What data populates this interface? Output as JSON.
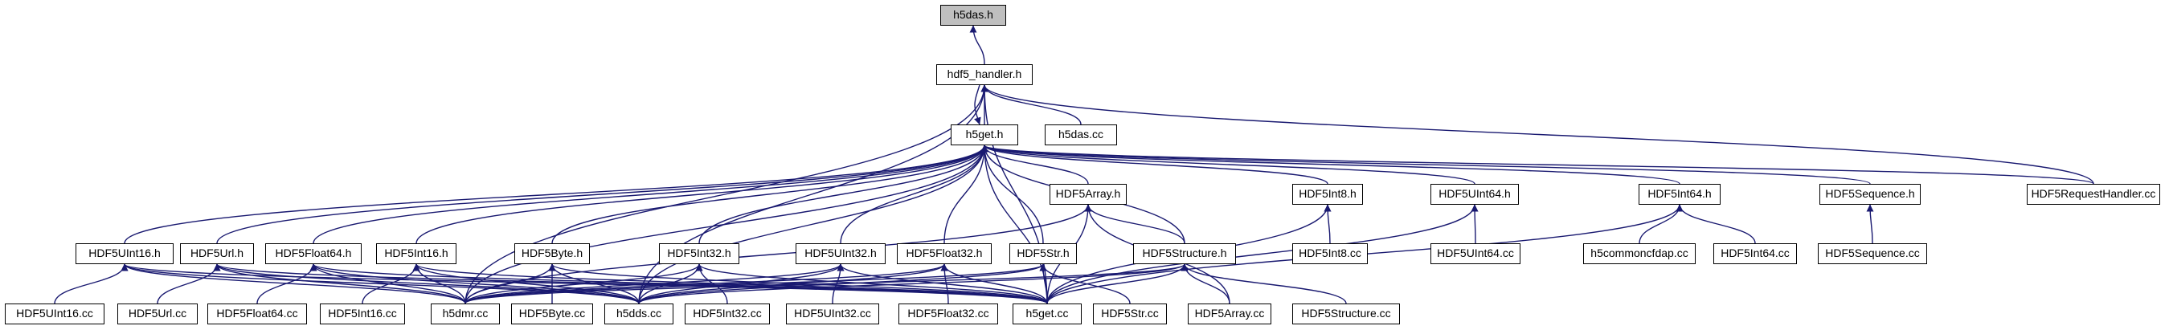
{
  "graph": {
    "edge_color": "#191970",
    "root_fill": "#bfbfbf",
    "nodes": [
      {
        "id": "h5das_h",
        "label": "h5das.h",
        "root": true
      },
      {
        "id": "hdf5_handler_h",
        "label": "hdf5_handler.h"
      },
      {
        "id": "h5das_cc",
        "label": "h5das.cc"
      },
      {
        "id": "h5get_h",
        "label": "h5get.h"
      },
      {
        "id": "HDF5RequestHandler_cc",
        "label": "HDF5RequestHandler.cc"
      },
      {
        "id": "HDF5Array_h",
        "label": "HDF5Array.h"
      },
      {
        "id": "HDF5Int8_h",
        "label": "HDF5Int8.h"
      },
      {
        "id": "HDF5UInt64_h",
        "label": "HDF5UInt64.h"
      },
      {
        "id": "HDF5Int64_h",
        "label": "HDF5Int64.h"
      },
      {
        "id": "HDF5Sequence_h",
        "label": "HDF5Sequence.h"
      },
      {
        "id": "HDF5Int8_cc",
        "label": "HDF5Int8.cc"
      },
      {
        "id": "HDF5UInt64_cc",
        "label": "HDF5UInt64.cc"
      },
      {
        "id": "h5commoncfdap_cc",
        "label": "h5commoncfdap.cc"
      },
      {
        "id": "HDF5Int64_cc",
        "label": "HDF5Int64.cc"
      },
      {
        "id": "HDF5Sequence_cc",
        "label": "HDF5Sequence.cc"
      },
      {
        "id": "HDF5UInt16_h",
        "label": "HDF5UInt16.h"
      },
      {
        "id": "HDF5Url_h",
        "label": "HDF5Url.h"
      },
      {
        "id": "HDF5Float64_h",
        "label": "HDF5Float64.h"
      },
      {
        "id": "HDF5Int16_h",
        "label": "HDF5Int16.h"
      },
      {
        "id": "HDF5Byte_h",
        "label": "HDF5Byte.h"
      },
      {
        "id": "HDF5Int32_h",
        "label": "HDF5Int32.h"
      },
      {
        "id": "HDF5UInt32_h",
        "label": "HDF5UInt32.h"
      },
      {
        "id": "HDF5Float32_h",
        "label": "HDF5Float32.h"
      },
      {
        "id": "HDF5Str_h",
        "label": "HDF5Str.h"
      },
      {
        "id": "HDF5Structure_h",
        "label": "HDF5Structure.h"
      },
      {
        "id": "HDF5UInt16_cc",
        "label": "HDF5UInt16.cc"
      },
      {
        "id": "HDF5Url_cc",
        "label": "HDF5Url.cc"
      },
      {
        "id": "HDF5Float64_cc",
        "label": "HDF5Float64.cc"
      },
      {
        "id": "HDF5Int16_cc",
        "label": "HDF5Int16.cc"
      },
      {
        "id": "h5dmr_cc",
        "label": "h5dmr.cc"
      },
      {
        "id": "HDF5Byte_cc",
        "label": "HDF5Byte.cc"
      },
      {
        "id": "h5dds_cc",
        "label": "h5dds.cc"
      },
      {
        "id": "HDF5Int32_cc",
        "label": "HDF5Int32.cc"
      },
      {
        "id": "HDF5UInt32_cc",
        "label": "HDF5UInt32.cc"
      },
      {
        "id": "HDF5Float32_cc",
        "label": "HDF5Float32.cc"
      },
      {
        "id": "h5get_cc",
        "label": "h5get.cc"
      },
      {
        "id": "HDF5Str_cc",
        "label": "HDF5Str.cc"
      },
      {
        "id": "HDF5Array_cc",
        "label": "HDF5Array.cc"
      },
      {
        "id": "HDF5Structure_cc",
        "label": "HDF5Structure.cc"
      }
    ],
    "edges": [
      [
        "hdf5_handler_h",
        "h5das_h"
      ],
      [
        "h5das_cc",
        "hdf5_handler_h"
      ],
      [
        "h5get_h",
        "hdf5_handler_h"
      ],
      [
        "hdf5_handler_h",
        "h5get_h"
      ],
      [
        "HDF5RequestHandler_cc",
        "hdf5_handler_h"
      ],
      [
        "h5dmr_cc",
        "hdf5_handler_h"
      ],
      [
        "h5dds_cc",
        "hdf5_handler_h"
      ],
      [
        "h5get_cc",
        "hdf5_handler_h"
      ],
      [
        "HDF5RequestHandler_cc",
        "h5get_h"
      ],
      [
        "HDF5Array_h",
        "h5get_h"
      ],
      [
        "HDF5Int8_h",
        "h5get_h"
      ],
      [
        "HDF5UInt64_h",
        "h5get_h"
      ],
      [
        "HDF5Int64_h",
        "h5get_h"
      ],
      [
        "HDF5Sequence_h",
        "h5get_h"
      ],
      [
        "HDF5UInt16_h",
        "h5get_h"
      ],
      [
        "HDF5Url_h",
        "h5get_h"
      ],
      [
        "HDF5Float64_h",
        "h5get_h"
      ],
      [
        "HDF5Int16_h",
        "h5get_h"
      ],
      [
        "HDF5Byte_h",
        "h5get_h"
      ],
      [
        "HDF5Int32_h",
        "h5get_h"
      ],
      [
        "HDF5UInt32_h",
        "h5get_h"
      ],
      [
        "HDF5Float32_h",
        "h5get_h"
      ],
      [
        "HDF5Str_h",
        "h5get_h"
      ],
      [
        "HDF5Structure_h",
        "h5get_h"
      ],
      [
        "h5dmr_cc",
        "h5get_h"
      ],
      [
        "h5dds_cc",
        "h5get_h"
      ],
      [
        "h5get_cc",
        "h5get_h"
      ],
      [
        "HDF5Structure_h",
        "HDF5Array_h"
      ],
      [
        "h5dmr_cc",
        "HDF5Array_h"
      ],
      [
        "h5get_cc",
        "HDF5Array_h"
      ],
      [
        "HDF5Array_cc",
        "HDF5Array_h"
      ],
      [
        "HDF5Int8_cc",
        "HDF5Int8_h"
      ],
      [
        "h5get_cc",
        "HDF5Int8_h"
      ],
      [
        "HDF5UInt64_cc",
        "HDF5UInt64_h"
      ],
      [
        "h5get_cc",
        "HDF5UInt64_h"
      ],
      [
        "h5commoncfdap_cc",
        "HDF5Int64_h"
      ],
      [
        "HDF5Int64_cc",
        "HDF5Int64_h"
      ],
      [
        "h5get_cc",
        "HDF5Int64_h"
      ],
      [
        "HDF5Sequence_cc",
        "HDF5Sequence_h"
      ],
      [
        "HDF5UInt16_cc",
        "HDF5UInt16_h"
      ],
      [
        "h5dmr_cc",
        "HDF5UInt16_h"
      ],
      [
        "h5dds_cc",
        "HDF5UInt16_h"
      ],
      [
        "h5get_cc",
        "HDF5UInt16_h"
      ],
      [
        "HDF5Url_cc",
        "HDF5Url_h"
      ],
      [
        "h5dmr_cc",
        "HDF5Url_h"
      ],
      [
        "h5dds_cc",
        "HDF5Url_h"
      ],
      [
        "h5get_cc",
        "HDF5Url_h"
      ],
      [
        "HDF5Float64_cc",
        "HDF5Float64_h"
      ],
      [
        "h5dmr_cc",
        "HDF5Float64_h"
      ],
      [
        "h5dds_cc",
        "HDF5Float64_h"
      ],
      [
        "h5get_cc",
        "HDF5Float64_h"
      ],
      [
        "HDF5Int16_cc",
        "HDF5Int16_h"
      ],
      [
        "h5dmr_cc",
        "HDF5Int16_h"
      ],
      [
        "h5dds_cc",
        "HDF5Int16_h"
      ],
      [
        "h5get_cc",
        "HDF5Int16_h"
      ],
      [
        "HDF5Byte_cc",
        "HDF5Byte_h"
      ],
      [
        "h5dmr_cc",
        "HDF5Byte_h"
      ],
      [
        "h5dds_cc",
        "HDF5Byte_h"
      ],
      [
        "h5get_cc",
        "HDF5Byte_h"
      ],
      [
        "HDF5Int32_cc",
        "HDF5Int32_h"
      ],
      [
        "h5dmr_cc",
        "HDF5Int32_h"
      ],
      [
        "h5dds_cc",
        "HDF5Int32_h"
      ],
      [
        "h5get_cc",
        "HDF5Int32_h"
      ],
      [
        "HDF5UInt32_cc",
        "HDF5UInt32_h"
      ],
      [
        "h5dmr_cc",
        "HDF5UInt32_h"
      ],
      [
        "h5dds_cc",
        "HDF5UInt32_h"
      ],
      [
        "h5get_cc",
        "HDF5UInt32_h"
      ],
      [
        "HDF5Float32_cc",
        "HDF5Float32_h"
      ],
      [
        "h5dmr_cc",
        "HDF5Float32_h"
      ],
      [
        "h5dds_cc",
        "HDF5Float32_h"
      ],
      [
        "h5get_cc",
        "HDF5Float32_h"
      ],
      [
        "HDF5Str_cc",
        "HDF5Str_h"
      ],
      [
        "h5dmr_cc",
        "HDF5Str_h"
      ],
      [
        "h5dds_cc",
        "HDF5Str_h"
      ],
      [
        "h5get_cc",
        "HDF5Str_h"
      ],
      [
        "HDF5Structure_cc",
        "HDF5Structure_h"
      ],
      [
        "HDF5Array_cc",
        "HDF5Structure_h"
      ],
      [
        "h5dmr_cc",
        "HDF5Structure_h"
      ],
      [
        "h5dds_cc",
        "HDF5Structure_h"
      ],
      [
        "h5get_cc",
        "HDF5Structure_h"
      ]
    ]
  }
}
